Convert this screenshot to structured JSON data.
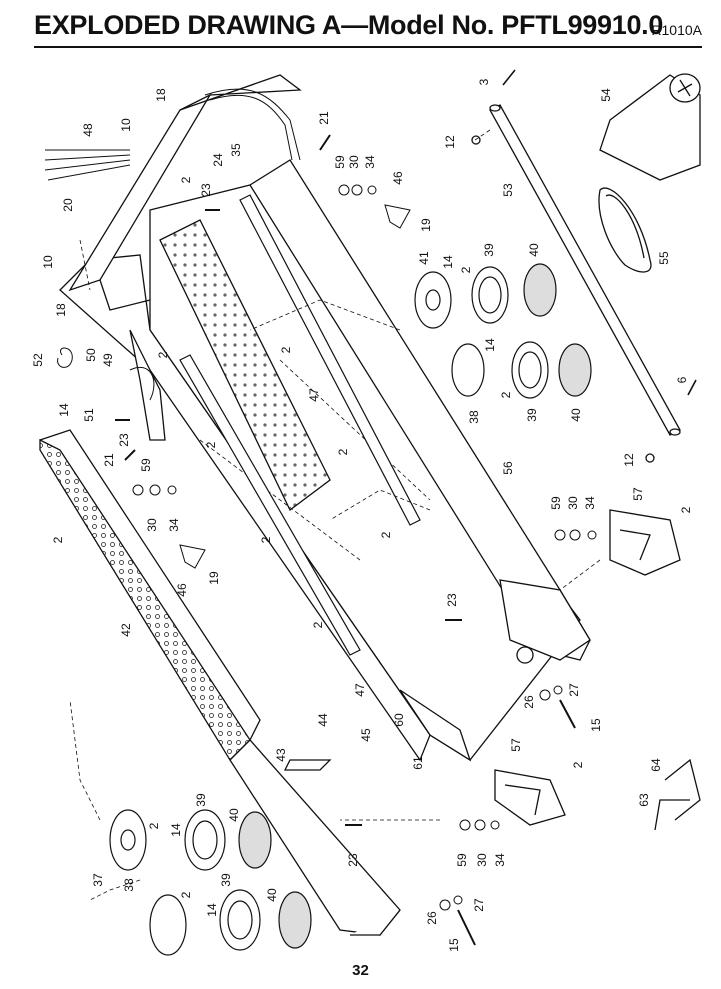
{
  "header": {
    "title": "EXPLODED DRAWING A—Model No. PFTL99910.0",
    "code": "R1010A"
  },
  "page_number": "32",
  "callouts": [
    {
      "id": "c48",
      "label": "48"
    },
    {
      "id": "c10a",
      "label": "10"
    },
    {
      "id": "c18a",
      "label": "18"
    },
    {
      "id": "c2a",
      "label": "2"
    },
    {
      "id": "c23a",
      "label": "23"
    },
    {
      "id": "c24",
      "label": "24"
    },
    {
      "id": "c35",
      "label": "35"
    },
    {
      "id": "c21a",
      "label": "21"
    },
    {
      "id": "c59a",
      "label": "59"
    },
    {
      "id": "c30a",
      "label": "30"
    },
    {
      "id": "c34a",
      "label": "34"
    },
    {
      "id": "c46a",
      "label": "46"
    },
    {
      "id": "c19a",
      "label": "19"
    },
    {
      "id": "c3",
      "label": "3"
    },
    {
      "id": "c54",
      "label": "54"
    },
    {
      "id": "c12a",
      "label": "12"
    },
    {
      "id": "c53",
      "label": "53"
    },
    {
      "id": "c55",
      "label": "55"
    },
    {
      "id": "c20",
      "label": "20"
    },
    {
      "id": "c10b",
      "label": "10"
    },
    {
      "id": "c18b",
      "label": "18"
    },
    {
      "id": "c41",
      "label": "41"
    },
    {
      "id": "c14a",
      "label": "14"
    },
    {
      "id": "c2b",
      "label": "2"
    },
    {
      "id": "c39a",
      "label": "39"
    },
    {
      "id": "c40a",
      "label": "40"
    },
    {
      "id": "c2c",
      "label": "2"
    },
    {
      "id": "c47a",
      "label": "47"
    },
    {
      "id": "c52",
      "label": "52"
    },
    {
      "id": "c50",
      "label": "50"
    },
    {
      "id": "c49",
      "label": "49"
    },
    {
      "id": "c2d",
      "label": "2"
    },
    {
      "id": "c14b",
      "label": "14"
    },
    {
      "id": "c51",
      "label": "51"
    },
    {
      "id": "c23b",
      "label": "23"
    },
    {
      "id": "c38a",
      "label": "38"
    },
    {
      "id": "c14c",
      "label": "14"
    },
    {
      "id": "c2e",
      "label": "2"
    },
    {
      "id": "c39b",
      "label": "39"
    },
    {
      "id": "c40b",
      "label": "40"
    },
    {
      "id": "c6",
      "label": "6"
    },
    {
      "id": "c12b",
      "label": "12"
    },
    {
      "id": "c2f",
      "label": "2"
    },
    {
      "id": "c21b",
      "label": "21"
    },
    {
      "id": "c59b",
      "label": "59"
    },
    {
      "id": "c30b",
      "label": "30"
    },
    {
      "id": "c34b",
      "label": "34"
    },
    {
      "id": "c2g",
      "label": "2"
    },
    {
      "id": "c56",
      "label": "56"
    },
    {
      "id": "c2h",
      "label": "2"
    },
    {
      "id": "c2i",
      "label": "2"
    },
    {
      "id": "c59c",
      "label": "59"
    },
    {
      "id": "c30c",
      "label": "30"
    },
    {
      "id": "c34c",
      "label": "34"
    },
    {
      "id": "c57a",
      "label": "57"
    },
    {
      "id": "c2j",
      "label": "2"
    },
    {
      "id": "c2k",
      "label": "2"
    },
    {
      "id": "c46b",
      "label": "46"
    },
    {
      "id": "c19b",
      "label": "19"
    },
    {
      "id": "c23c",
      "label": "23"
    },
    {
      "id": "c42",
      "label": "42"
    },
    {
      "id": "c2l",
      "label": "2"
    },
    {
      "id": "c47b",
      "label": "47"
    },
    {
      "id": "c26a",
      "label": "26"
    },
    {
      "id": "c27a",
      "label": "27"
    },
    {
      "id": "c15a",
      "label": "15"
    },
    {
      "id": "c44",
      "label": "44"
    },
    {
      "id": "c45",
      "label": "45"
    },
    {
      "id": "c60",
      "label": "60"
    },
    {
      "id": "c43",
      "label": "43"
    },
    {
      "id": "c57b",
      "label": "57"
    },
    {
      "id": "c2m",
      "label": "2"
    },
    {
      "id": "c64",
      "label": "64"
    },
    {
      "id": "c63",
      "label": "63"
    },
    {
      "id": "c61",
      "label": "61"
    },
    {
      "id": "c23d",
      "label": "23"
    },
    {
      "id": "c59d",
      "label": "59"
    },
    {
      "id": "c30d",
      "label": "30"
    },
    {
      "id": "c34d",
      "label": "34"
    },
    {
      "id": "c39c",
      "label": "39"
    },
    {
      "id": "c2n",
      "label": "2"
    },
    {
      "id": "c14d",
      "label": "14"
    },
    {
      "id": "c40c",
      "label": "40"
    },
    {
      "id": "c37",
      "label": "37"
    },
    {
      "id": "c38b",
      "label": "38"
    },
    {
      "id": "c2o",
      "label": "2"
    },
    {
      "id": "c39d",
      "label": "39"
    },
    {
      "id": "c14e",
      "label": "14"
    },
    {
      "id": "c40d",
      "label": "40"
    },
    {
      "id": "c26b",
      "label": "26"
    },
    {
      "id": "c27b",
      "label": "27"
    },
    {
      "id": "c15b",
      "label": "15"
    }
  ]
}
